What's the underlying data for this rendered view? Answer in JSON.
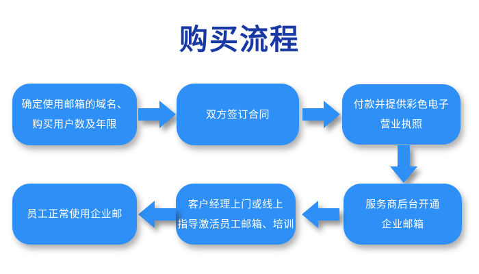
{
  "title": "购买流程",
  "colors": {
    "box": "#2E90F7",
    "title": "#1839A4",
    "text": "#FFFFFF",
    "background": "#FFFFFF"
  },
  "flow": {
    "steps": [
      {
        "name": "step-1",
        "lines": [
          "确定使用邮箱的域名、",
          "购买用户数及年限"
        ]
      },
      {
        "name": "step-2",
        "lines": [
          "双方签订合同"
        ]
      },
      {
        "name": "step-3",
        "lines": [
          "付款并提供彩色电子",
          "营业执照"
        ]
      },
      {
        "name": "step-4",
        "lines": [
          "服务商后台开通",
          "企业邮箱"
        ]
      },
      {
        "name": "step-5",
        "lines": [
          "客户经理上门或线上",
          "指导激活员工邮箱、培训"
        ]
      },
      {
        "name": "step-6",
        "lines": [
          "员工正常使用企业邮"
        ]
      }
    ],
    "arrows": [
      {
        "from": "step-1",
        "to": "step-2",
        "direction": "right"
      },
      {
        "from": "step-2",
        "to": "step-3",
        "direction": "right"
      },
      {
        "from": "step-3",
        "to": "step-4",
        "direction": "down"
      },
      {
        "from": "step-4",
        "to": "step-5",
        "direction": "left"
      },
      {
        "from": "step-5",
        "to": "step-6",
        "direction": "left"
      }
    ]
  }
}
